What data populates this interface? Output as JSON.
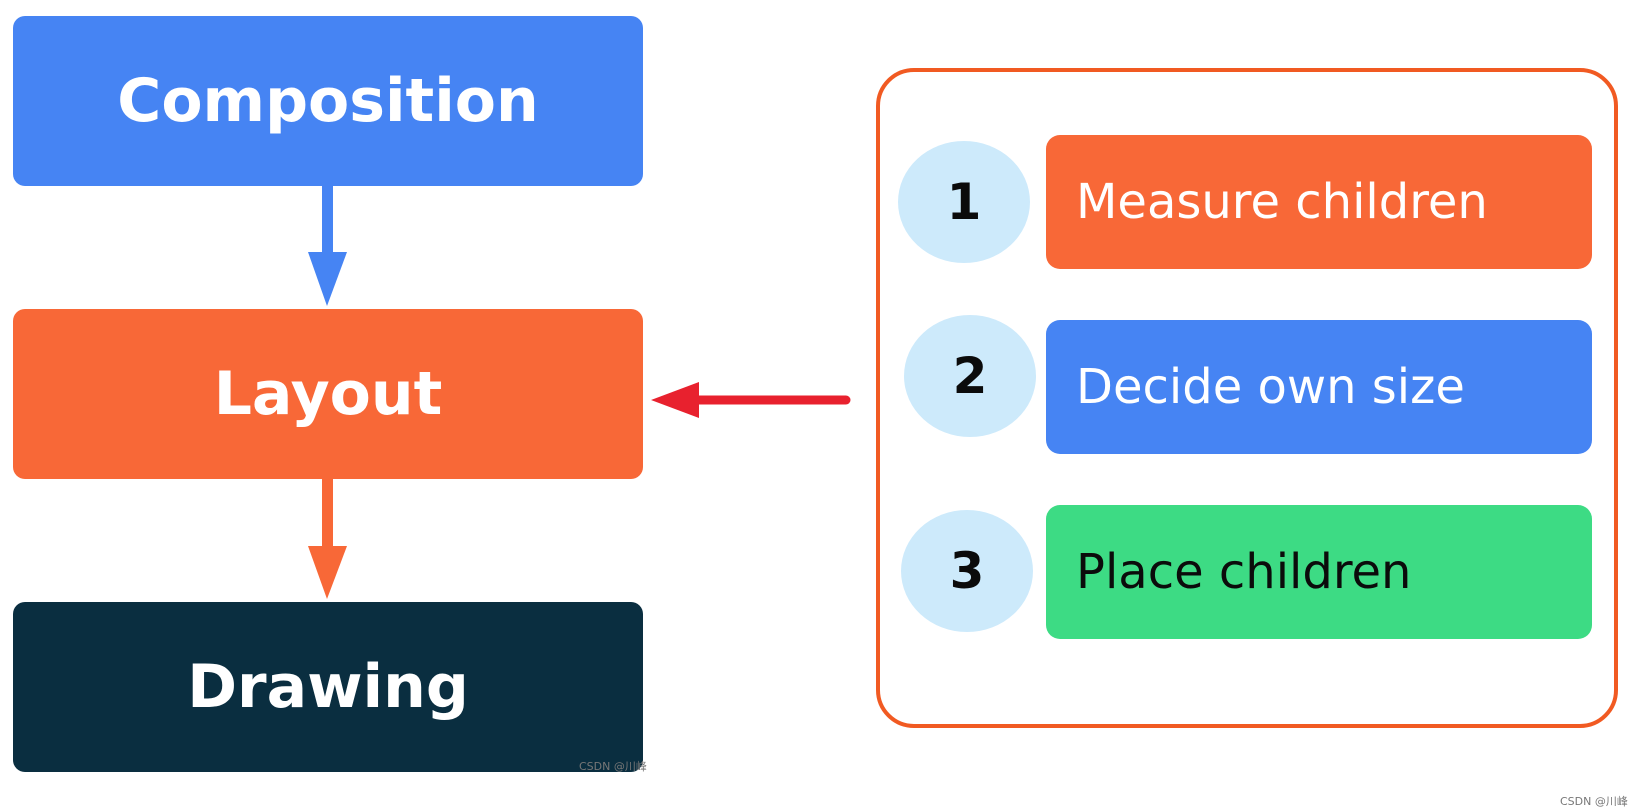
{
  "phases": [
    {
      "label": "Composition",
      "color": "#4684f3"
    },
    {
      "label": "Layout",
      "color": "#f86837"
    },
    {
      "label": "Drawing",
      "color": "#0a2e40"
    }
  ],
  "steps": [
    {
      "number": "1",
      "label": "Measure children",
      "color": "#f86837",
      "text_color": "#ffffff"
    },
    {
      "number": "2",
      "label": "Decide own size",
      "color": "#4684f3",
      "text_color": "#ffffff"
    },
    {
      "number": "3",
      "label": "Place children",
      "color": "#3ddb84",
      "text_color": "#0b0b0b"
    }
  ],
  "colors": {
    "panel_border": "#f15a22",
    "step_circle": "#cdeafb",
    "connector_arrow": "#e8212e"
  },
  "watermarks": [
    "CSDN @川峰",
    "CSDN @川峰"
  ]
}
